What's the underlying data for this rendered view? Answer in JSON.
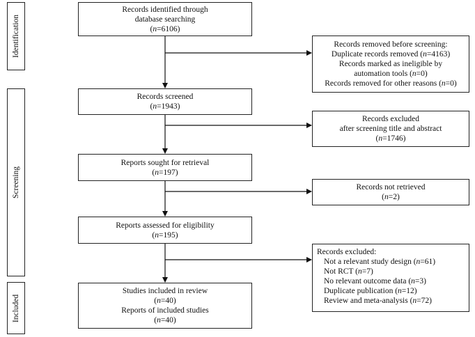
{
  "phases": {
    "identification": "Identification",
    "screening": "Screening",
    "included": "Included"
  },
  "boxes": {
    "identified": {
      "line1": "Records identified through",
      "line2": "database searching",
      "n_prefix": "(",
      "n_var": "n",
      "n_value": "=6106)"
    },
    "removed_before": {
      "title": "Records removed before screening:",
      "dup_text": "Duplicate records removed (",
      "dup_var": "n",
      "dup_value": "=4163)",
      "inel_line1": "Records marked as ineligible by",
      "inel_text": "automation tools (",
      "inel_var": "n",
      "inel_value": "=0)",
      "other_text": "Records removed for other reasons (",
      "other_var": "n",
      "other_value": "=0)"
    },
    "screened": {
      "label": "Records screened",
      "n_prefix": "(",
      "n_var": "n",
      "n_value": "=1943)"
    },
    "excluded_title": {
      "line1": "Records excluded",
      "line2": "after screening title and abstract",
      "n_prefix": "(",
      "n_var": "n",
      "n_value": "=1746)"
    },
    "sought": {
      "label": "Reports sought for retrieval",
      "n_prefix": "(",
      "n_var": "n",
      "n_value": "=197)"
    },
    "not_retrieved": {
      "label": "Records not retrieved",
      "n_prefix": "(",
      "n_var": "n",
      "n_value": "=2)"
    },
    "assessed": {
      "label": "Reports assessed for eligibility",
      "n_prefix": "(",
      "n_var": "n",
      "n_value": "=195)"
    },
    "excluded_reasons": {
      "title": "Records excluded:",
      "items": [
        {
          "text": "Not a relevant study design (",
          "var": "n",
          "value": "=61)"
        },
        {
          "text": "Not RCT (",
          "var": "n",
          "value": "=7)"
        },
        {
          "text": "No relevant outcome data (",
          "var": "n",
          "value": "=3)"
        },
        {
          "text": "Duplicate publication (",
          "var": "n",
          "value": "=12)"
        },
        {
          "text": "Review and meta-analysis (",
          "var": "n",
          "value": "=72)"
        }
      ]
    },
    "included": {
      "line1": "Studies included in review",
      "n1_prefix": "(",
      "n1_var": "n",
      "n1_value": "=40)",
      "line2": "Reports of included studies",
      "n2_prefix": "(",
      "n2_var": "n",
      "n2_value": "=40)"
    }
  }
}
